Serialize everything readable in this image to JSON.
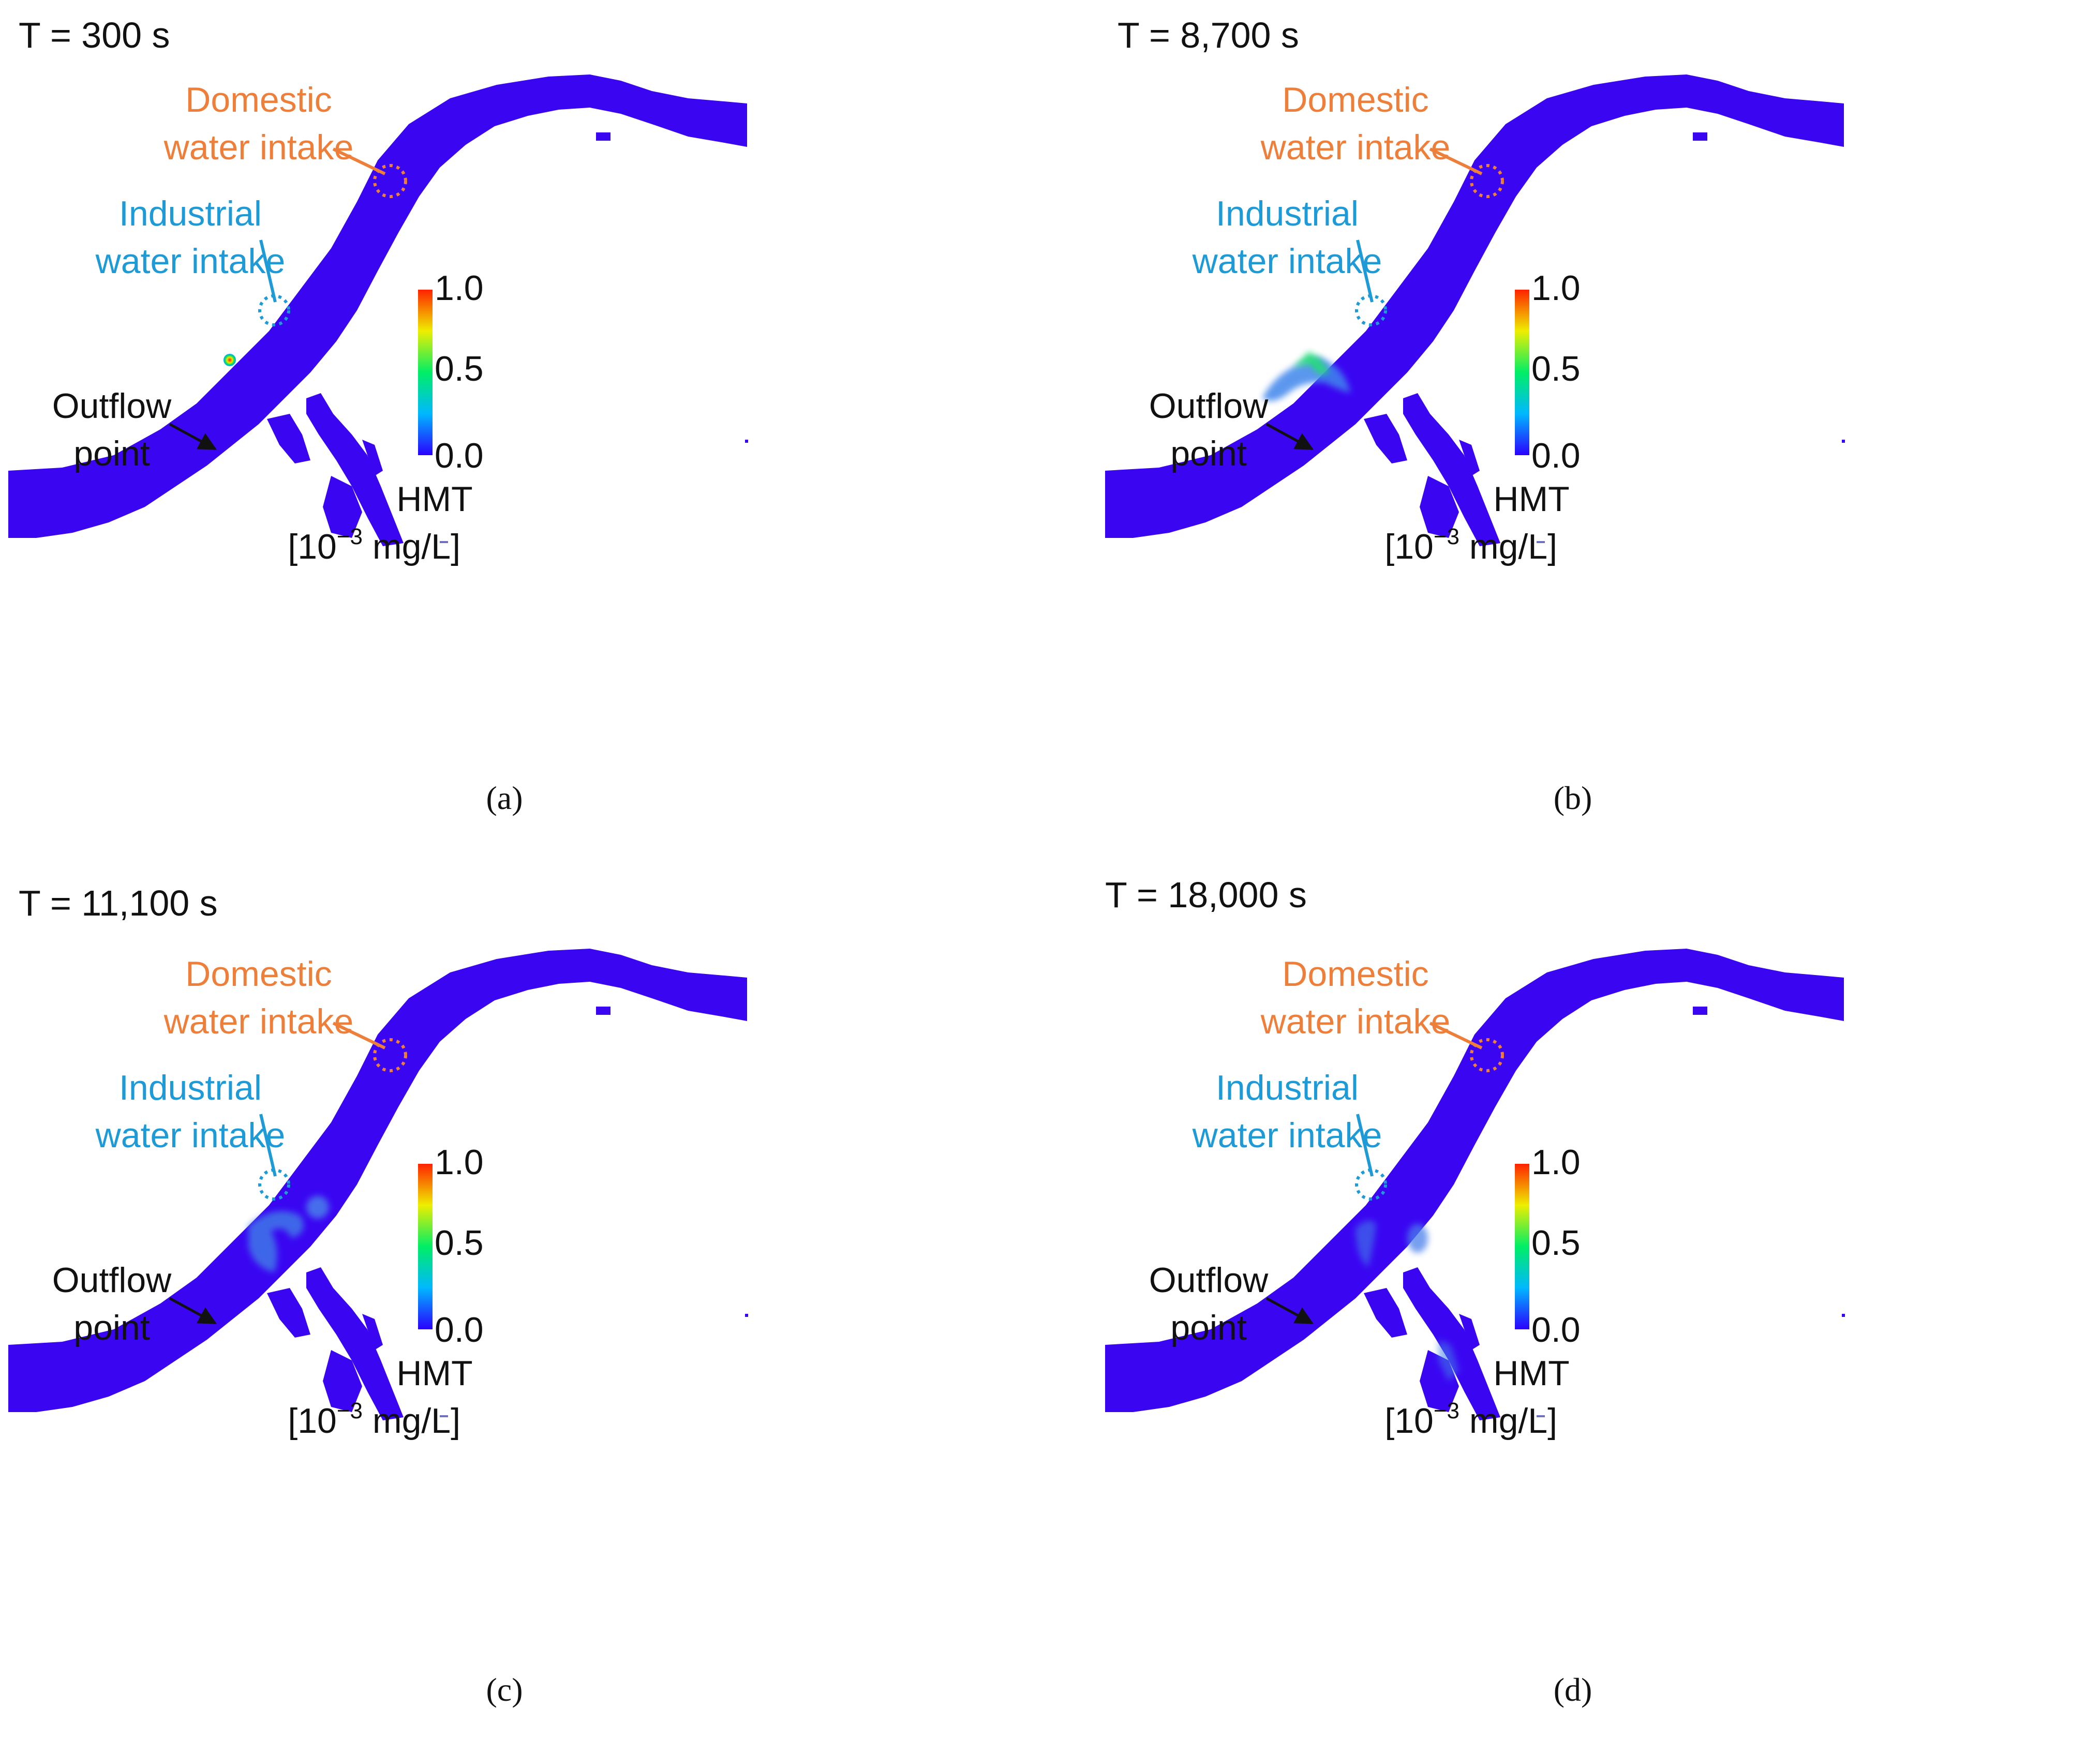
{
  "colors": {
    "water": "#3a06f2",
    "domestic": "#ee7f3a",
    "industrial": "#1e9ad6",
    "plume": "#3f7fe6",
    "text": "#111111",
    "colorbar": [
      "#2a00ff",
      "#00b8ff",
      "#00ee66",
      "#eeee00",
      "#ff2200"
    ]
  },
  "labels": {
    "domestic_line1": "Domestic",
    "domestic_line2": "water intake",
    "industrial_line1": "Industrial",
    "industrial_line2": "water intake",
    "outflow_line1": "Outflow",
    "outflow_line2": "point"
  },
  "colorbar": {
    "ticks": [
      "1.0",
      "0.5",
      "0.0"
    ],
    "title": "HMT",
    "unit_prefix": "[10",
    "unit_exp": "−3",
    "unit_suffix": " mg/L]"
  },
  "panels": [
    {
      "time": "T = 300 s",
      "caption": "(a)",
      "plume_stage": 0
    },
    {
      "time": "T = 8,700 s",
      "caption": "(b)",
      "plume_stage": 1
    },
    {
      "time": "T = 11,100 s",
      "caption": "(c)",
      "plume_stage": 2
    },
    {
      "time": "T = 18,000 s",
      "caption": "(d)",
      "plume_stage": 3
    }
  ]
}
